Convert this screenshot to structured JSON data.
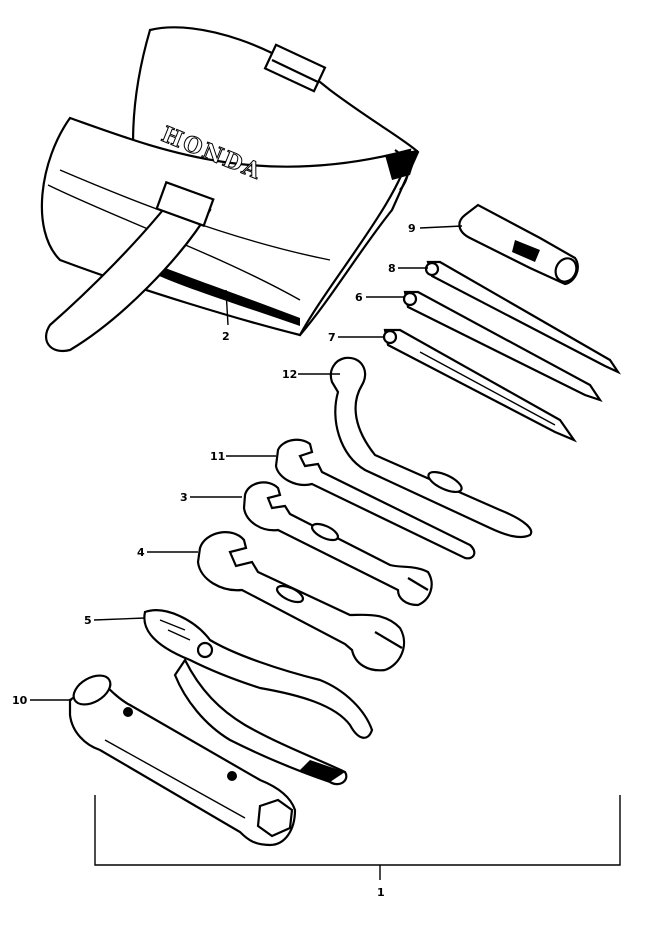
{
  "brand_text": "HONDA",
  "callouts": {
    "kit": "1",
    "tool_bag": "2",
    "wrench_3": "3",
    "wrench_4": "4",
    "pliers": "5",
    "screwdriver_6": "6",
    "screwdriver_7": "7",
    "screwdriver_8": "8",
    "screwdriver_handle": "9",
    "spark_plug_wrench": "10",
    "wrench_11": "11",
    "pin_spanner": "12"
  },
  "line_color": "#000000",
  "background": "#ffffff"
}
